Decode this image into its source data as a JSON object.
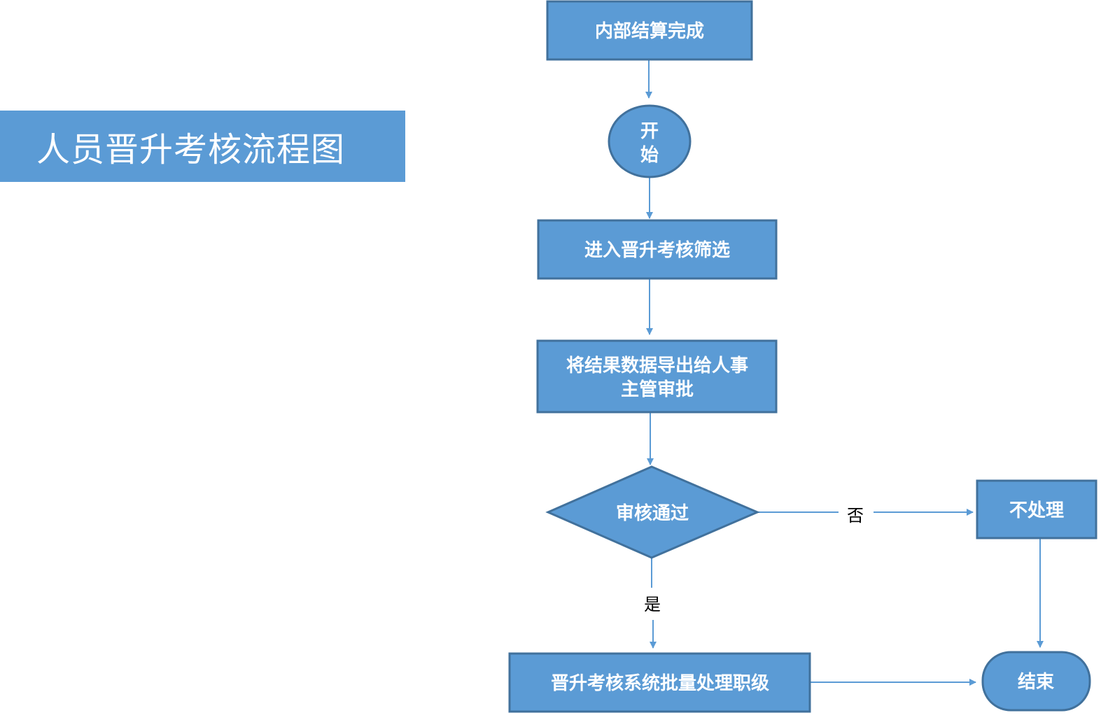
{
  "title": "人员晋升考核流程图",
  "colors": {
    "fill": "#5b9bd5",
    "stroke": "#41719c",
    "connector": "#5b9bd5",
    "text": "#ffffff",
    "label": "#000000"
  },
  "nodes": {
    "settlement": {
      "label": "内部结算完成",
      "shape": "rectangle"
    },
    "start": {
      "line1": "开",
      "line2": "始",
      "shape": "ellipse"
    },
    "screening": {
      "label": "进入晋升考核筛选",
      "shape": "rectangle"
    },
    "export": {
      "line1": "将结果数据导出给人事",
      "line2": "主管审批",
      "shape": "rectangle"
    },
    "decision": {
      "label": "审核通过",
      "shape": "diamond"
    },
    "no_action": {
      "label": "不处理",
      "shape": "rectangle"
    },
    "batch": {
      "label": "晋升考核系统批量处理职级",
      "shape": "rectangle"
    },
    "end": {
      "label": "结束",
      "shape": "terminator"
    }
  },
  "edges": {
    "no_label": "否",
    "yes_label": "是"
  }
}
